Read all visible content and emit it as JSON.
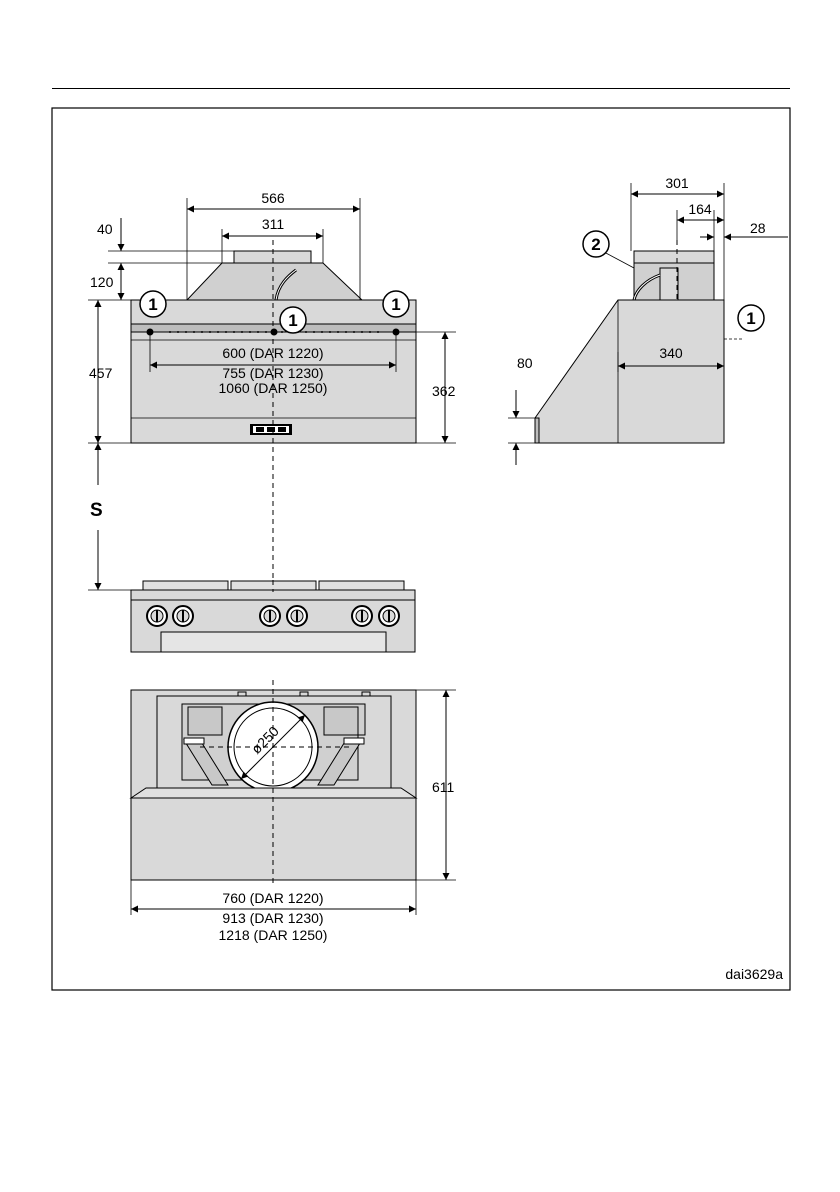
{
  "figure": {
    "code": "dai3629a"
  },
  "front_view": {
    "dims": {
      "top_width": "566",
      "outlet_width": "311",
      "outlet_height": "40",
      "cone_height": "120",
      "total_height": "457",
      "canopy_height": "362",
      "bracket_w1": "600 (DAR 1220)",
      "bracket_w2": "755 (DAR 1230)",
      "bracket_w3": "1060 (DAR 1250)",
      "clearance": "S"
    },
    "callouts": [
      "1",
      "1",
      "1"
    ]
  },
  "side_view": {
    "dims": {
      "top_width": "301",
      "outlet_offset": "164",
      "rear_offset": "28",
      "canopy_depth": "340",
      "lip_height": "80"
    },
    "callouts": [
      "2",
      "1"
    ]
  },
  "top_view": {
    "dims": {
      "duct_diameter": "ø250",
      "depth": "611",
      "width1": "760 (DAR 1220)",
      "width2": "913 (DAR 1230)",
      "width3": "1218 (DAR 1250)"
    }
  }
}
